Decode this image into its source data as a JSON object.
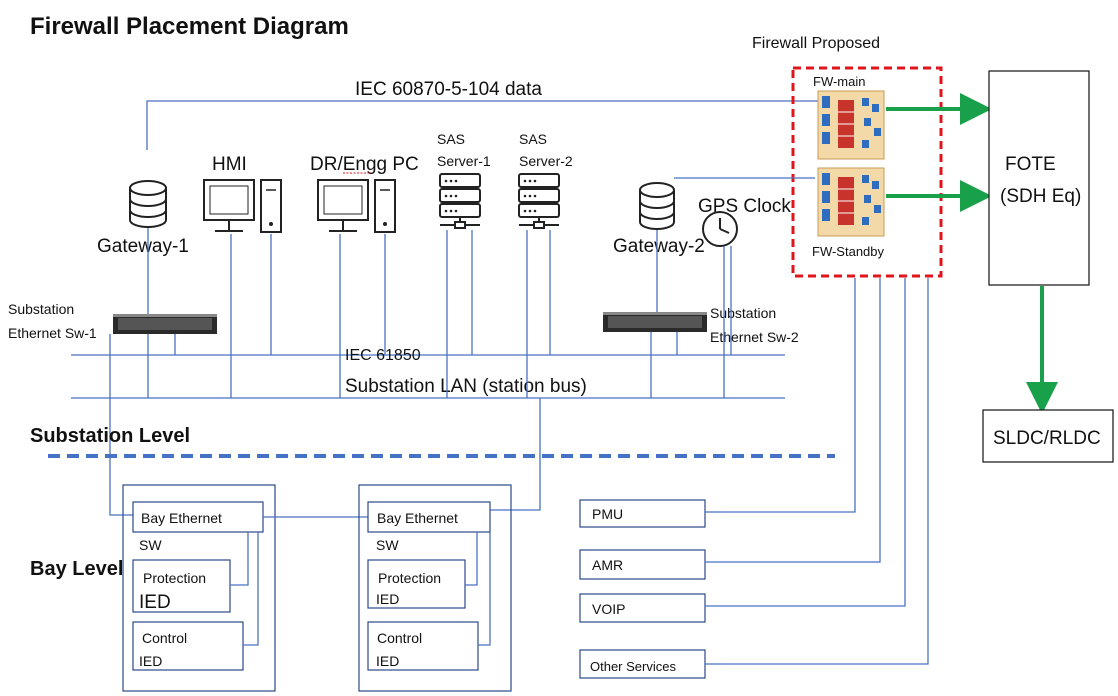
{
  "title": "Firewall Placement Diagram",
  "firewall_proposed": "Firewall Proposed",
  "fw_main": "FW-main",
  "fw_standby": "FW-Standby",
  "iec104": "IEC 60870-5-104 data",
  "fote_line1": "FOTE",
  "fote_line2": "(SDH Eq)",
  "sldc": "SLDC/RLDC",
  "hmi": "HMI",
  "dr_engg": "DR/Engg PC",
  "sas1_line1": "SAS",
  "sas1_line2": "Server-1",
  "sas2_line1": "SAS",
  "sas2_line2": "Server-2",
  "gateway1": "Gateway-1",
  "gateway2": "Gateway-2",
  "gps_clock": "GPS Clock",
  "sw1_line1": "Substation",
  "sw1_line2": "Ethernet Sw-1",
  "sw2_line1": "Substation",
  "sw2_line2": "Ethernet Sw-2",
  "iec61850": "IEC 61850",
  "substation_lan": "Substation LAN (station bus)",
  "substation_level": "Substation Level",
  "bay_level": "Bay Level",
  "bay_ethernet": "Bay Ethernet",
  "sw": "SW",
  "protection": "Protection",
  "ied": "IED",
  "control": "Control",
  "pmu": "PMU",
  "amr": "AMR",
  "voip": "VOIP",
  "other_services": "Other Services",
  "colors": {
    "wire": "#4a72c4",
    "firewall_border": "#e0141a",
    "arrow": "#19a04a",
    "level_divider": "#4472c4"
  }
}
